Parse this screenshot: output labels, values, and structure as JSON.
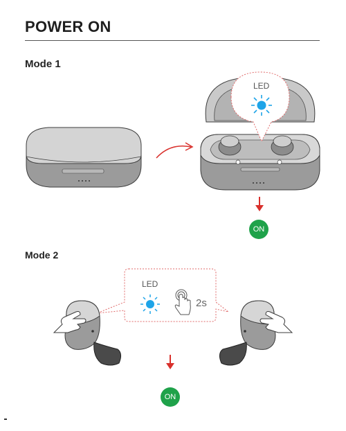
{
  "page": {
    "title": "POWER ON",
    "sections": {
      "mode1": {
        "label": "Mode 1",
        "indicator_label": "LED",
        "result_badge": "ON"
      },
      "mode2": {
        "label": "Mode 2",
        "indicator_label": "LED",
        "hold_duration": "2s",
        "result_badge": "ON"
      }
    }
  },
  "colors": {
    "led_blue": "#1ea4e8",
    "arrow_red": "#d9302c",
    "on_green": "#1fa24a",
    "callout_border": "#e06a6a"
  },
  "icons": [
    "led-light-icon",
    "finger-press-icon",
    "hand-touch-icon",
    "down-arrow-icon",
    "curved-arrow-icon"
  ]
}
